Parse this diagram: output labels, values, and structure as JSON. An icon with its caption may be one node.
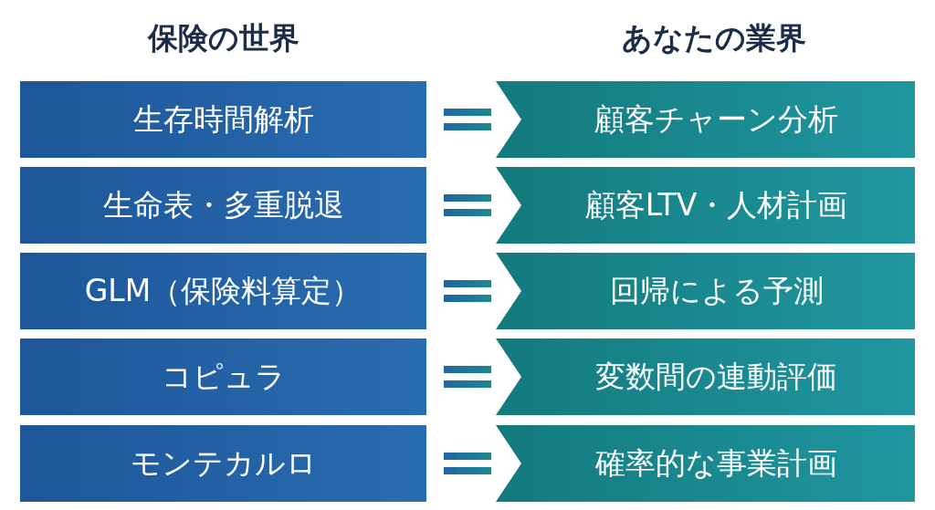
{
  "diagram": {
    "nodes": [
      {
        "text": [
          "生存時間解析"
        ]
      },
      {
        "text": [
          "顧客チャーン分析"
        ]
      },
      {
        "text": [
          "生命表・多重脱退"
        ]
      },
      {
        "text": [
          "顧客LTV・人材計画"
        ]
      },
      {
        "text": [
          "GLM（保険料算定）"
        ]
      },
      {
        "text": [
          "回帰による予測"
        ]
      },
      {
        "text": [
          "コピュラ"
        ]
      },
      {
        "text": [
          "変数間の連動評価"
        ]
      },
      {
        "text": [
          "モンテカルロ"
        ]
      },
      {
        "text": [
          "確率的な事業計画"
        ]
      }
    ],
    "labels": [
      "保険の世界",
      "あなたの業界"
    ]
  }
}
